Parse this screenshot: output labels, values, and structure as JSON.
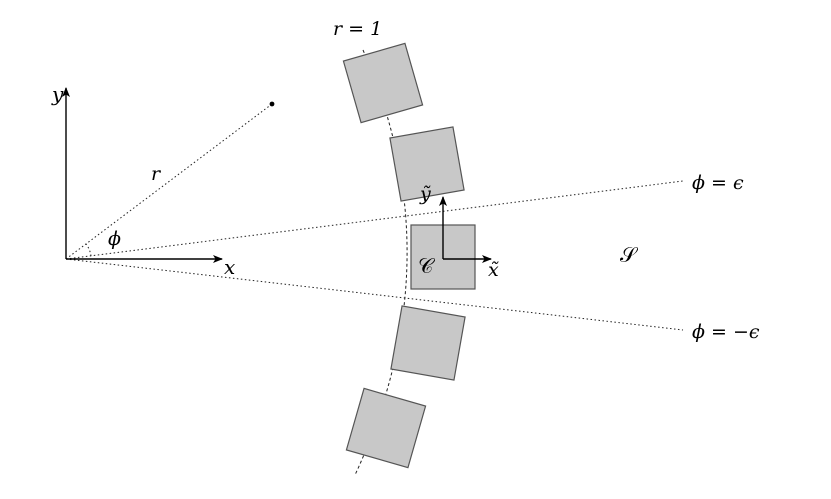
{
  "labels": {
    "y_axis": "y",
    "x_axis": "x",
    "r_top": "r = 1",
    "r_ray": "r",
    "phi": "ϕ",
    "phi_pos": "ϕ = ϵ",
    "phi_neg": "ϕ = −ϵ",
    "cell": "𝒞",
    "region": "𝒮",
    "x_tilde": "x̃",
    "y_tilde": "ỹ"
  },
  "colors": {
    "square_fill": "#c8c8c8",
    "square_stroke": "#555555",
    "line": "#222222"
  }
}
